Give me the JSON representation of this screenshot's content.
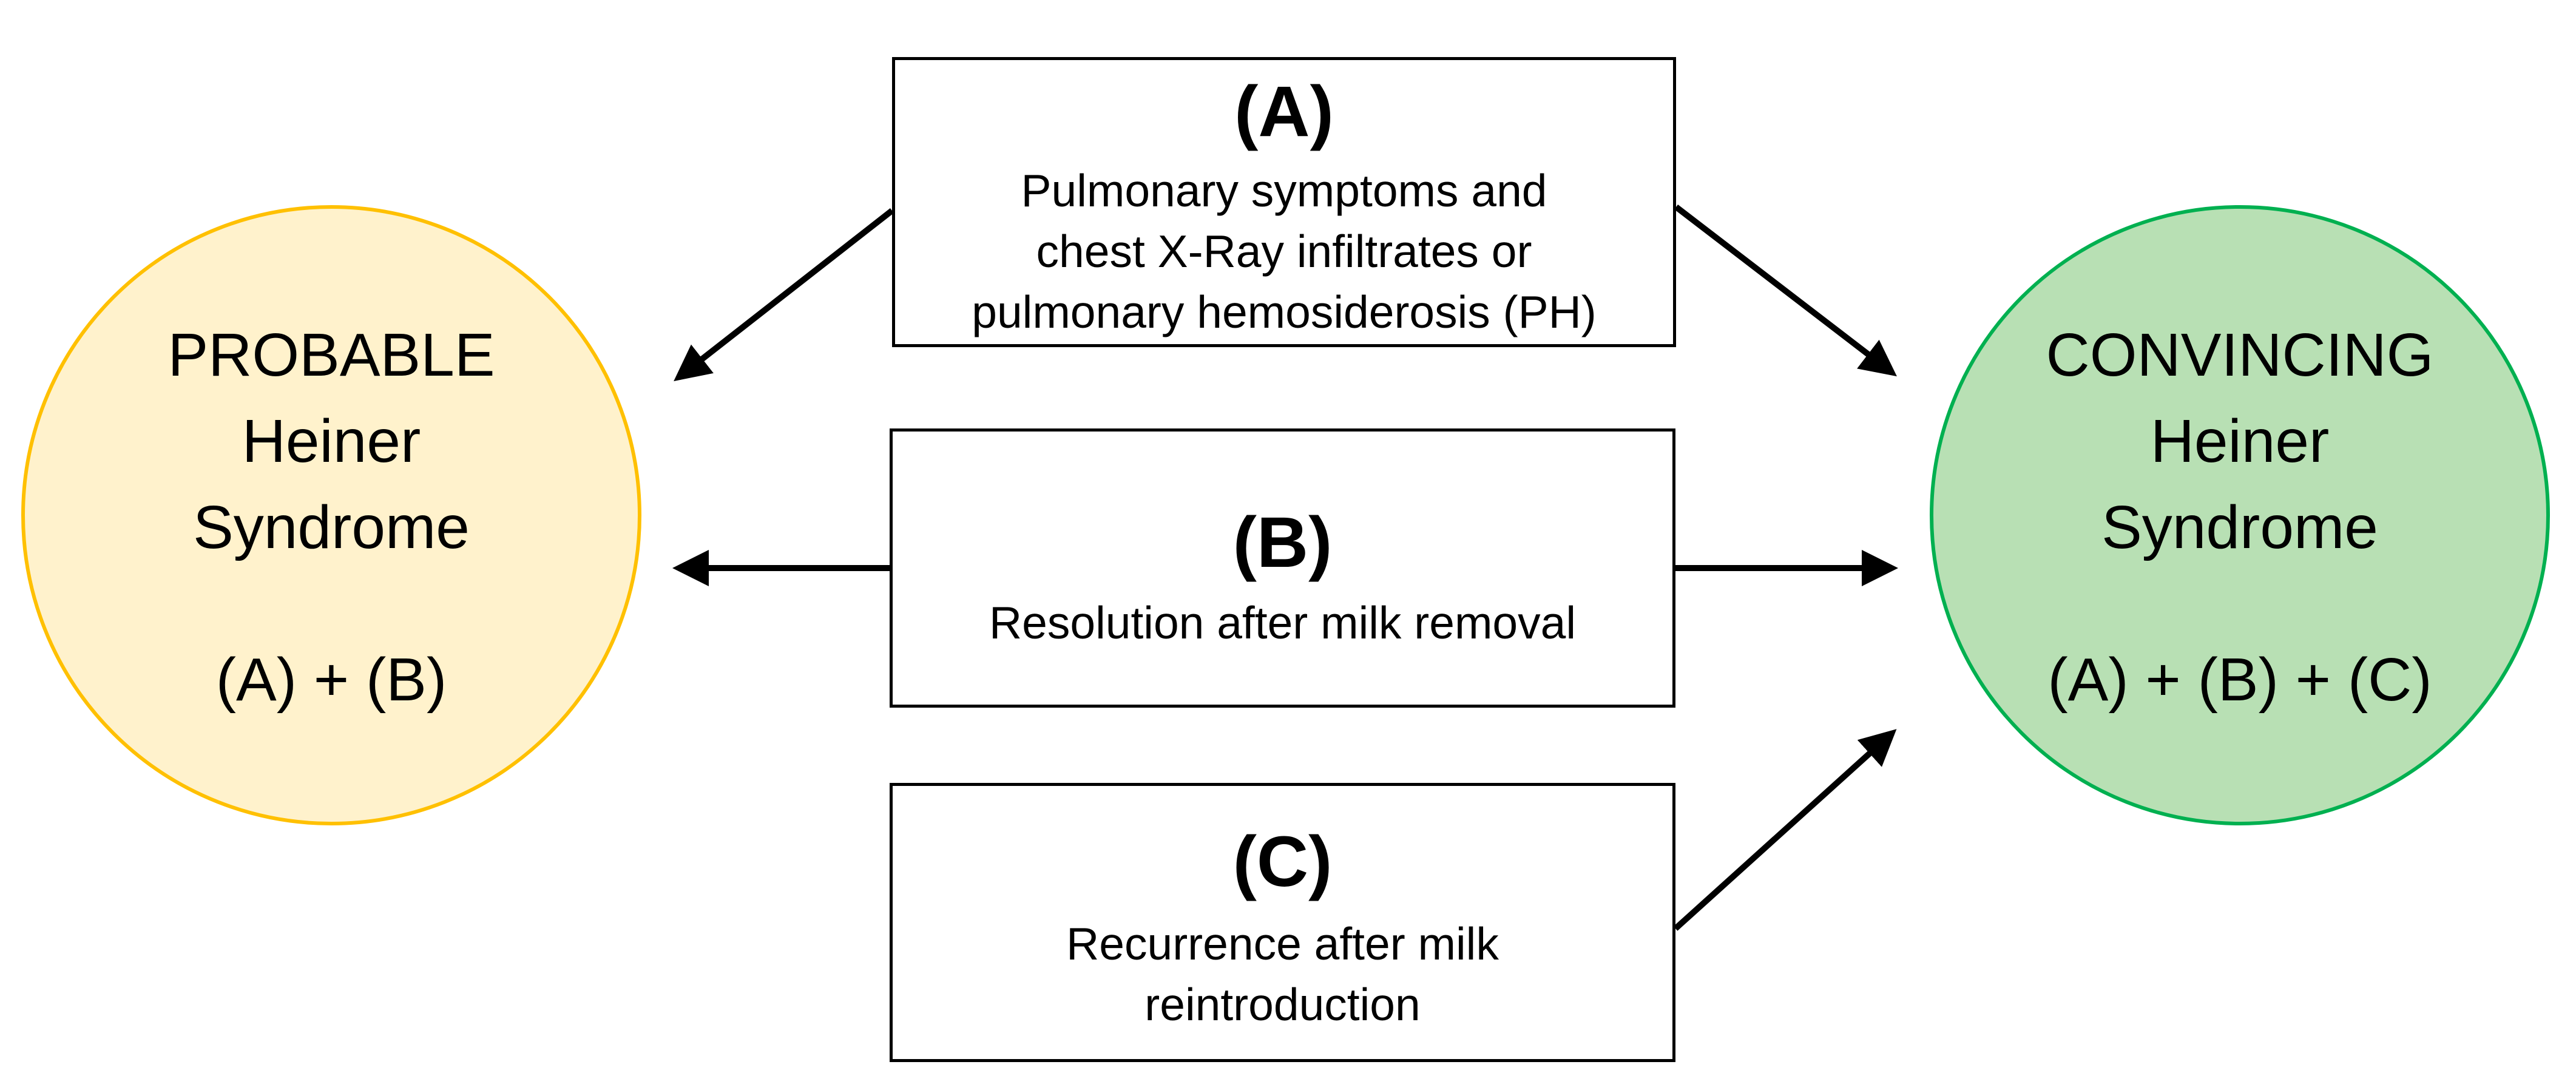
{
  "probable": {
    "title_lines": [
      "PROBABLE",
      "Heiner",
      "Syndrome"
    ],
    "formula": "(A) + (B)",
    "fill_color": "#FFF2CC",
    "border_color": "#FFC000"
  },
  "convincing": {
    "title_lines": [
      "CONVINCING",
      "Heiner",
      "Syndrome"
    ],
    "formula": "(A) + (B) + (C)",
    "fill_color": "#B8E0B4",
    "border_color": "#00B050"
  },
  "criteria": [
    {
      "letter": "(A)",
      "text_lines": [
        "Pulmonary symptoms and",
        "chest X-Ray infiltrates or",
        "pulmonary hemosiderosis (PH)"
      ]
    },
    {
      "letter": "(B)",
      "text_lines": [
        "Resolution after milk removal"
      ]
    },
    {
      "letter": "(C)",
      "text_lines": [
        "Recurrence after milk",
        "reintroduction"
      ]
    }
  ],
  "arrow_color": "#000000"
}
